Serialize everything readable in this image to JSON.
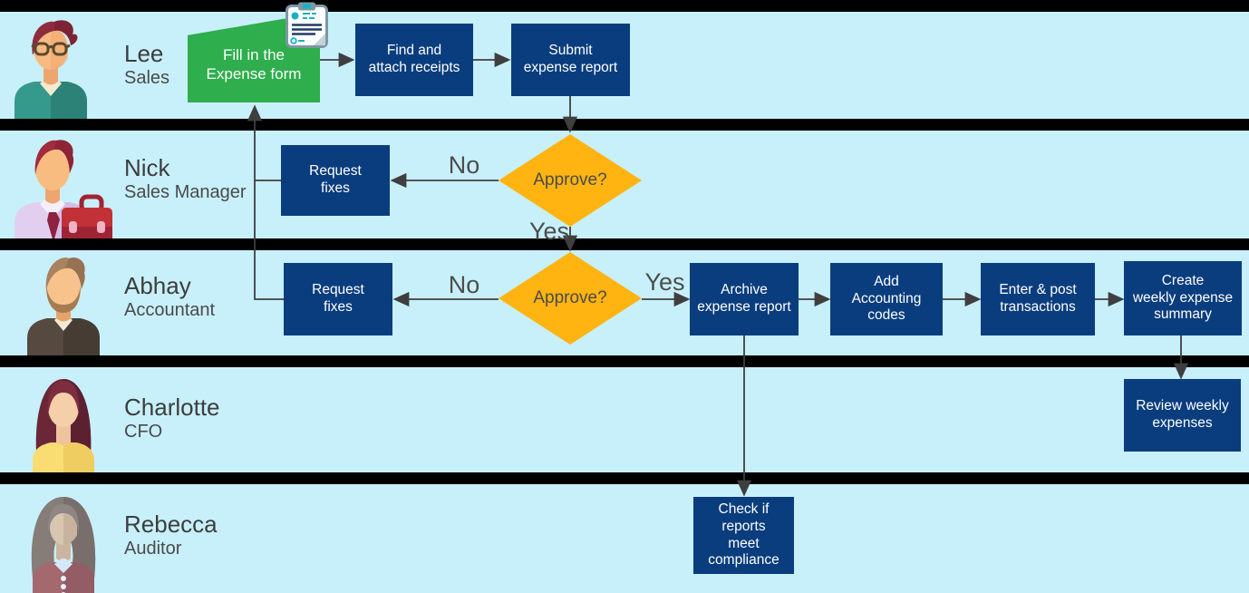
{
  "lanes": [
    {
      "name": "Lee",
      "role": "Sales",
      "avatar_icon": "man-glasses-avatar"
    },
    {
      "name": "Nick",
      "role": "Sales Manager",
      "avatar_icon": "man-briefcase-avatar"
    },
    {
      "name": "Abhay",
      "role": "Accountant",
      "avatar_icon": "man-beard-avatar"
    },
    {
      "name": "Charlotte",
      "role": "CFO",
      "avatar_icon": "woman-long-hair-avatar"
    },
    {
      "name": "Rebecca",
      "role": "Auditor",
      "avatar_icon": "woman-bob-avatar"
    }
  ],
  "nodes": {
    "fill_form": {
      "label": "Fill in the\nExpense form",
      "shape": "start"
    },
    "find_receipts": {
      "label": "Find and\nattach receipts",
      "shape": "process"
    },
    "submit_report": {
      "label": "Submit\nexpense report",
      "shape": "process"
    },
    "request_fixes_manager": {
      "label": "Request\nfixes",
      "shape": "process"
    },
    "approve_manager": {
      "label": "Approve?",
      "shape": "decision"
    },
    "request_fixes_accountant": {
      "label": "Request\nfixes",
      "shape": "process"
    },
    "approve_accountant": {
      "label": "Approve?",
      "shape": "decision"
    },
    "archive_report": {
      "label": "Archive\nexpense report",
      "shape": "process"
    },
    "add_codes": {
      "label": "Add\nAccounting\ncodes",
      "shape": "process"
    },
    "enter_post": {
      "label": "Enter & post\ntransactions",
      "shape": "process"
    },
    "create_summary": {
      "label": "Create\nweekly expense\nsummary",
      "shape": "process"
    },
    "review_weekly": {
      "label": "Review weekly\nexpenses",
      "shape": "process"
    },
    "check_compliance": {
      "label": "Check if\nreports\nmeet\ncompliance",
      "shape": "process"
    }
  },
  "edge_labels": {
    "manager_no": "No",
    "manager_yes": "Yes",
    "accountant_no": "No",
    "accountant_yes": "Yes"
  },
  "icons": {
    "expense_form_icon": "receipt-clipboard-icon"
  },
  "colors": {
    "lane_background": "#c8f0fb",
    "lane_divider": "#000000",
    "process_fill": "#0a3d7e",
    "start_fill": "#2eae4c",
    "decision_fill": "#ffb412",
    "connector": "#3f3f3f",
    "node_text": "#ffffff",
    "label_text": "#4d4d4d"
  }
}
